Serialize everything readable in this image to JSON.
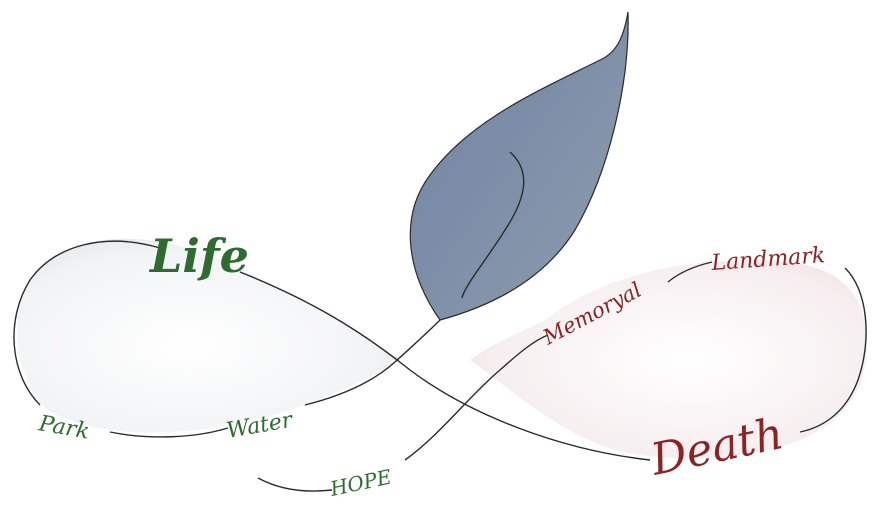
{
  "words": {
    "life": "Life",
    "death": "Death",
    "park": "Park",
    "water": "Water",
    "hope": "HOPE",
    "memoryal": "Memoryal",
    "landmark": "Landmark"
  },
  "colors": {
    "green_text": "#2f6b2f",
    "red_text": "#8b2323",
    "leaf_fill": "#7d8fa6",
    "line": "#2b2b2b"
  }
}
